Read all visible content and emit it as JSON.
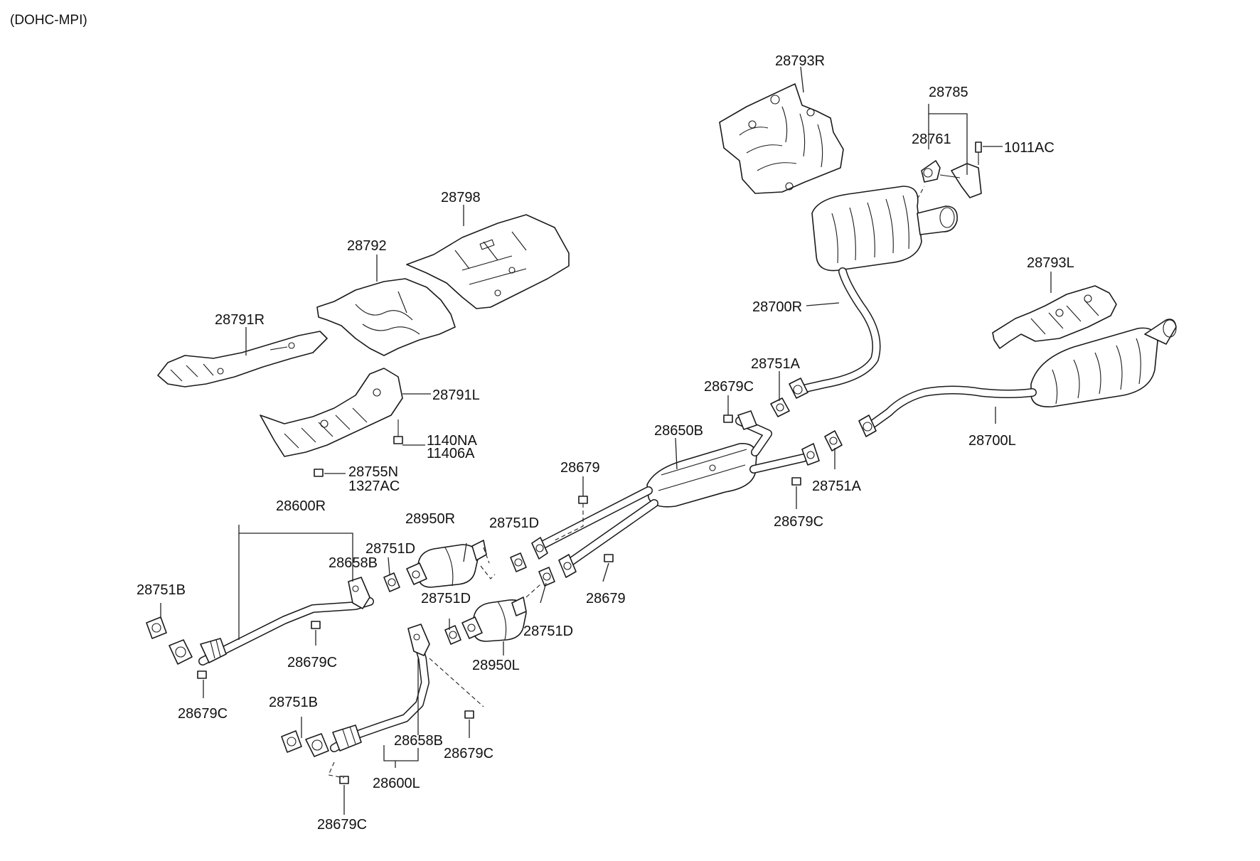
{
  "header": {
    "engine_label": "(DOHC-MPI)"
  },
  "labels": {
    "p28793R": "28793R",
    "p28785": "28785",
    "p28761": "28761",
    "p1011AC": "1011AC",
    "p28798": "28798",
    "p28792": "28792",
    "p28791R": "28791R",
    "p28791L": "28791L",
    "p1140NA": "1140NA",
    "p11406A": "11406A",
    "p28755N": "28755N",
    "p1327AC": "1327AC",
    "p28700R": "28700R",
    "p28793L": "28793L",
    "p28751A_top": "28751A",
    "p28679C_top": "28679C",
    "p28650B": "28650B",
    "p28700L": "28700L",
    "p28751A_right": "28751A",
    "p28679C_mid": "28679C",
    "p28679_top": "28679",
    "p28600R": "28600R",
    "p28950R": "28950R",
    "p28751D_a": "28751D",
    "p28751D_b": "28751D",
    "p28658B_top": "28658B",
    "p28751B_top": "28751B",
    "p28679_right": "28679",
    "p28751D_c": "28751D",
    "p28751D_d": "28751D",
    "p28950L": "28950L",
    "p28679C_left_mid": "28679C",
    "p28679C_left_low": "28679C",
    "p28751B_low": "28751B",
    "p28658B_low": "28658B",
    "p28679C_low_right": "28679C",
    "p28600L": "28600L",
    "p28679C_bottom": "28679C"
  }
}
